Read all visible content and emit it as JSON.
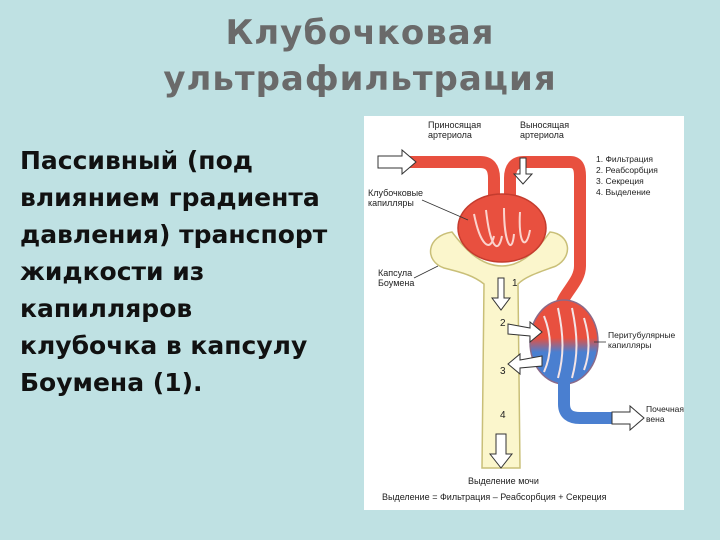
{
  "slide": {
    "title_lines": [
      "Клубочковая",
      "ультрафильтрация"
    ],
    "body_lines": [
      "Пассивный (под",
      "влиянием градиента",
      "давления) транспорт",
      "жидкости из",
      "капилляров",
      "клубочка в капсулу",
      "Боумена (1)."
    ]
  },
  "diagram": {
    "afferent": [
      "Приносящая",
      "артериола"
    ],
    "efferent": [
      "Выносящая",
      "артериола"
    ],
    "processes": [
      "1. Фильтрация",
      "2. Реабсорбция",
      "3. Секреция",
      "4. Выделение"
    ],
    "glomerular": [
      "Клубочковые",
      "капилляры"
    ],
    "capsule": [
      "Капсула",
      "Боумена"
    ],
    "peritubular": [
      "Перитубулярные",
      "капилляры"
    ],
    "vein": [
      "Почечная",
      "вена"
    ],
    "urine": "Выделение мочи",
    "equation": "Выделение = Фильтрация – Реабсорбция + Секреция",
    "step_numbers": [
      "1",
      "2",
      "3",
      "4"
    ]
  },
  "colors": {
    "background": "#bfe1e3",
    "title": "#6a6a6a",
    "artery": "#e8503f",
    "vein": "#4a7fd0",
    "tubule": "#fbf6cc"
  }
}
